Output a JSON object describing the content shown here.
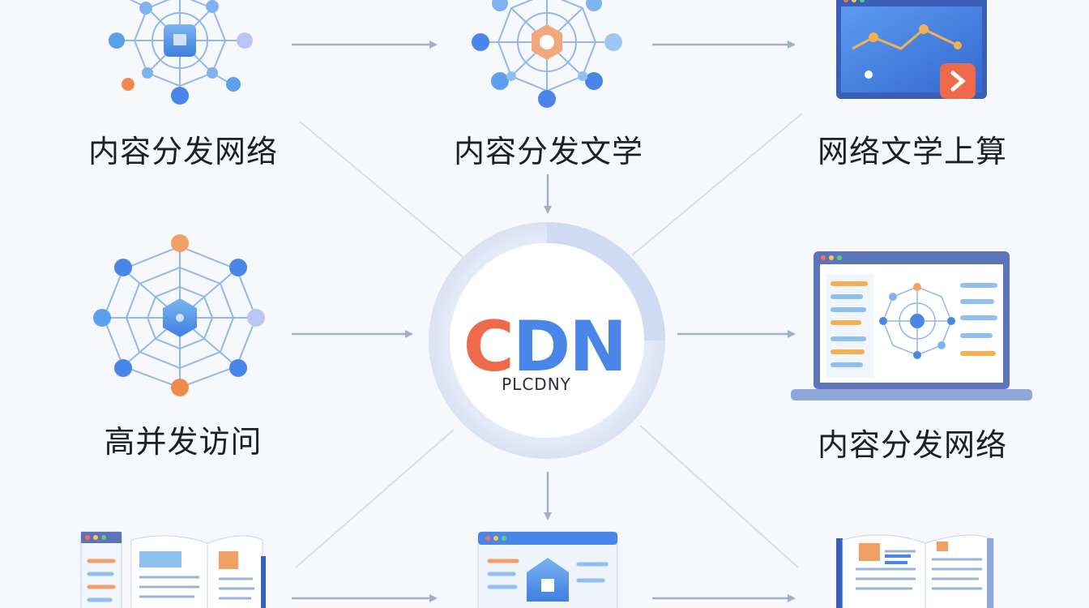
{
  "center": {
    "title_parts": [
      "C",
      "DN"
    ],
    "subtitle": "PLCDNY"
  },
  "nodes": [
    {
      "id": "top-left",
      "label": "内容分发网络",
      "icon": "network-hub-icon"
    },
    {
      "id": "top-center",
      "label": "内容分发文学",
      "icon": "network-hub-icon"
    },
    {
      "id": "top-right",
      "label": "网络文学上算",
      "icon": "browser-chart-icon"
    },
    {
      "id": "mid-left",
      "label": "高并发访问",
      "icon": "network-web-icon"
    },
    {
      "id": "mid-right",
      "label": "内容分发网络",
      "icon": "laptop-dashboard-icon"
    },
    {
      "id": "bottom-left",
      "label": "",
      "icon": "open-book-icon"
    },
    {
      "id": "bottom-center",
      "label": "",
      "icon": "browser-home-icon"
    },
    {
      "id": "bottom-right",
      "label": "",
      "icon": "open-book-icon"
    }
  ],
  "colors": {
    "blue": "#4a86e8",
    "light_blue": "#8fc0ef",
    "orange": "#f08a4b",
    "red_orange": "#ee6a4a",
    "arrow": "#9fb0cc",
    "ring": "#dde5f6"
  }
}
